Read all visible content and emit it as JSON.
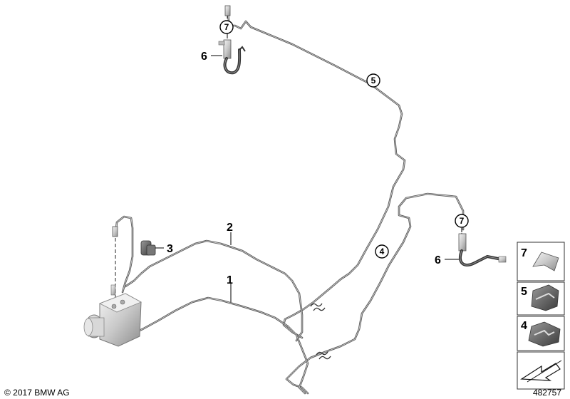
{
  "callouts": {
    "p1": "1",
    "p2": "2",
    "p3": "3",
    "p4": "4",
    "p5": "5",
    "p6_top": "6",
    "p6_right": "6",
    "p7_top": "7",
    "p7_right": "7"
  },
  "legend": {
    "item_7": "7",
    "item_5": "5",
    "item_4": "4"
  },
  "footer": {
    "copyright": "© 2017 BMW AG",
    "diagram_id": "482757"
  }
}
